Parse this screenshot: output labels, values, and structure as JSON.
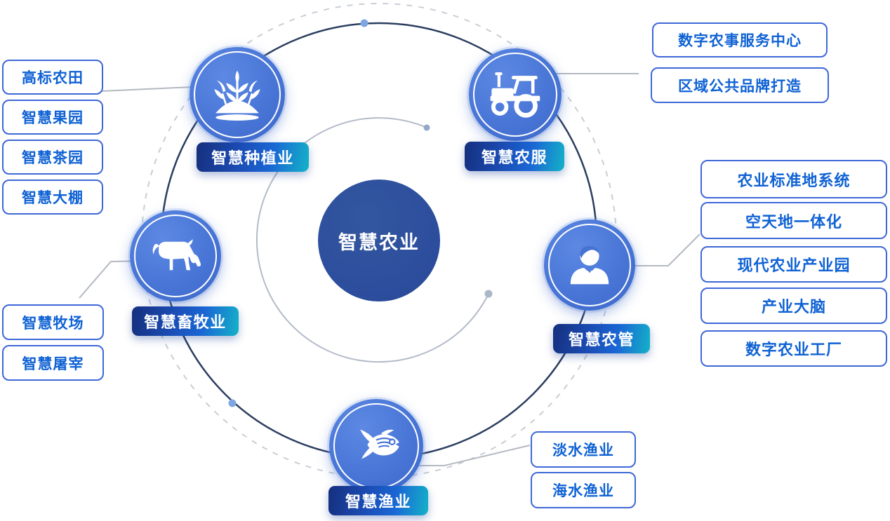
{
  "center": {
    "label": "智慧农业"
  },
  "nodes": [
    {
      "id": "planting",
      "label": "智慧种植业",
      "icon": "wheat-icon"
    },
    {
      "id": "services",
      "label": "智慧农服",
      "icon": "tractor-icon"
    },
    {
      "id": "management",
      "label": "智慧农管",
      "icon": "manager-icon"
    },
    {
      "id": "livestock",
      "label": "智慧畜牧业",
      "icon": "cow-icon"
    },
    {
      "id": "fishery",
      "label": "智慧渔业",
      "icon": "fish-icon"
    }
  ],
  "tags": {
    "planting": [
      "高标农田",
      "智慧果园",
      "智慧茶园",
      "智慧大棚"
    ],
    "services": [
      "数字农事服务中心",
      "区域公共品牌打造"
    ],
    "management": [
      "农业标准地系统",
      "空天地一体化",
      "现代农业产业园",
      "产业大脑",
      "数字农业工厂"
    ],
    "livestock": [
      "智慧牧场",
      "智慧屠宰"
    ],
    "fishery": [
      "淡水渔业",
      "海水渔业"
    ]
  },
  "colors": {
    "node_blue": "#4C79D9",
    "center_blue": "#2C4D9D",
    "pill_gradient_start": "#152F7D",
    "pill_gradient_mid": "#1A66D4",
    "pill_gradient_end": "#14B2C8",
    "tag_border": "#3E68D8",
    "tag_text": "#0F62D4",
    "orbit_dark": "#2B3E5F",
    "orbit_light": "#B4BCC8",
    "orbit_dashed": "#C9CED6",
    "dot_blue": "#7EA6E2"
  }
}
